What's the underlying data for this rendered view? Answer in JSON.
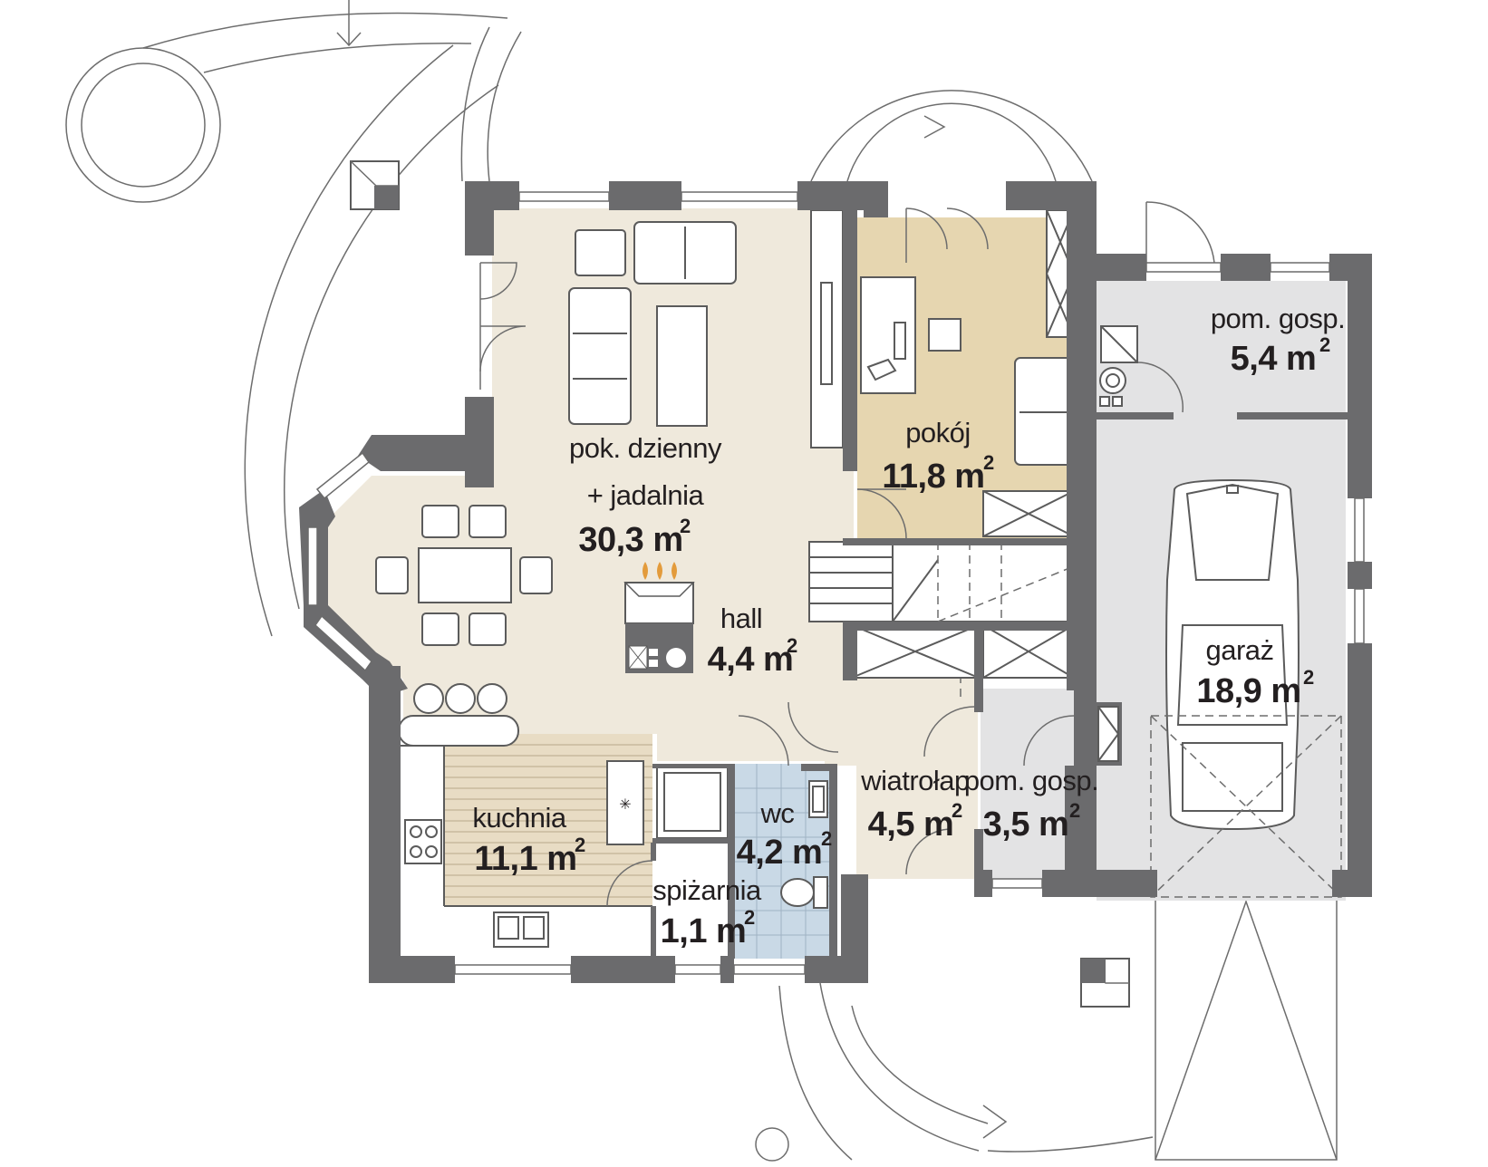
{
  "colors": {
    "wall": "#6b6b6d",
    "living_floor": "#efe9dc",
    "room_floor": "#e6d6b0",
    "utility_floor": "#e3e3e4",
    "wc_tiles": "#c9d9e6",
    "kitchen_floor": "#e8dcc4",
    "line": "#5b5b5b"
  },
  "rooms": {
    "living": {
      "name_line1": "pok. dzienny",
      "name_line2": "+ jadalnia",
      "area": "30,3 m",
      "sup": "2"
    },
    "room": {
      "name": "pokój",
      "area": "11,8 m",
      "sup": "2"
    },
    "hall": {
      "name": "hall",
      "area": "4,4 m",
      "sup": "2"
    },
    "utility_top": {
      "name": "pom. gosp.",
      "area": "5,4 m",
      "sup": "2"
    },
    "garage": {
      "name": "garaż",
      "area": "18,9 m",
      "sup": "2"
    },
    "kitchen": {
      "name": "kuchnia",
      "area": "11,1 m",
      "sup": "2"
    },
    "wc": {
      "name": "wc",
      "area": "4,2 m",
      "sup": "2"
    },
    "pantry": {
      "name": "spiżarnia",
      "area": "1,1 m",
      "sup": "2"
    },
    "vestibule": {
      "name": "wiatrołap",
      "area": "4,5 m",
      "sup": "2"
    },
    "utility_small": {
      "name": "pom. gosp.",
      "area": "3,5 m",
      "sup": "2"
    }
  }
}
